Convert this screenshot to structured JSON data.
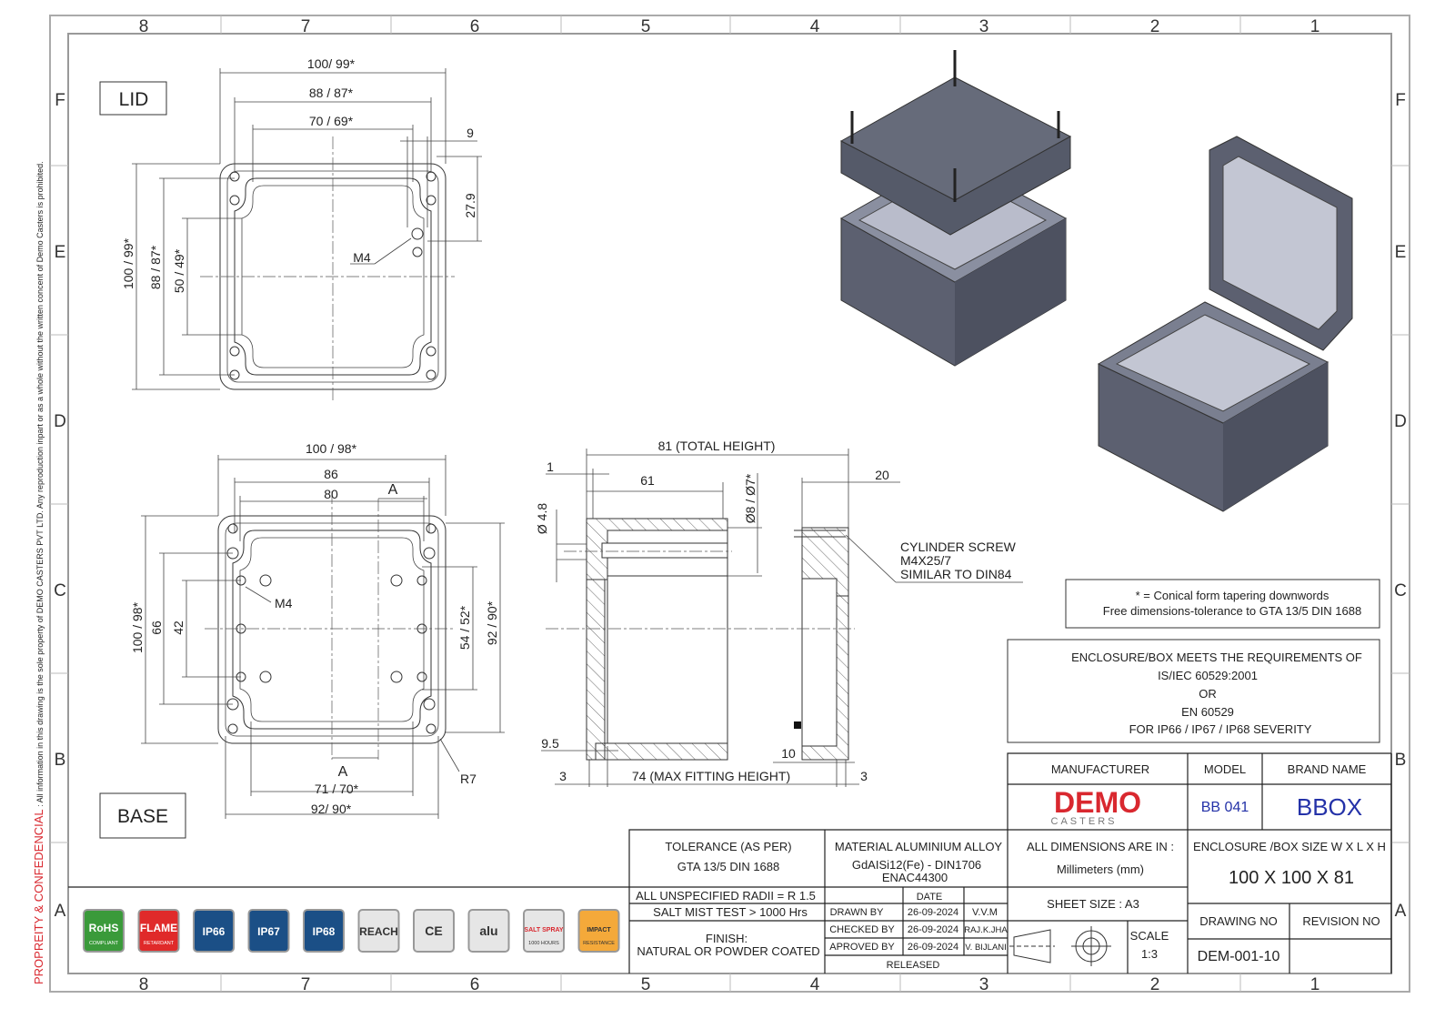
{
  "zones": {
    "columns": [
      "8",
      "7",
      "6",
      "5",
      "4",
      "3",
      "2",
      "1"
    ],
    "rows": [
      "F",
      "E",
      "D",
      "C",
      "B",
      "A"
    ]
  },
  "side_notice": {
    "title": "PROPREITY & CONFEDENCIAL",
    "text": " :  All information in this drawing is the sole property of DEMO CASTERS PVT LTD. Any reproduction inpart or as a whole without the written concent of Demo Casters is prohibited."
  },
  "lid_view": {
    "label": "LID",
    "dims": {
      "width_outer": "100/ 99*",
      "width_mid": "88 / 87*",
      "width_inner": "70 / 69*",
      "offset": "9",
      "height_offset": "27.9",
      "thread": "M4",
      "height_outer": "100 / 99*",
      "height_mid": "88 / 87*",
      "height_inner": "50 / 49*"
    }
  },
  "base_view": {
    "label": "BASE",
    "dims": {
      "width_outer": "100 / 98*",
      "width_86": "86",
      "width_80": "80",
      "section_a_top": "A",
      "section_a_bottom": "A",
      "thread": "M4",
      "height_outer": "100 / 98*",
      "height_66": "66",
      "height_42": "42",
      "height_inner": "54 / 52*",
      "height_right": "92 / 90*",
      "width_inner": "71 / 70*",
      "width_bottom": "92/ 90*",
      "radius": "R7"
    }
  },
  "section_view": {
    "total_height": "81 (TOTAL HEIGHT)",
    "dim_1": "1",
    "dim_61": "61",
    "dim_dia48": "Ø 4.8",
    "dim_dia8": "Ø8 / Ø7*",
    "dim_20": "20",
    "screw_callout": [
      "CYLINDER SCREW",
      "M4X25/7",
      "SIMILAR TO DIN84"
    ],
    "dim_9_5": "9.5",
    "dim_10": "10",
    "dim_3_left": "3",
    "max_fitting": "74 (MAX FITTING HEIGHT)",
    "dim_3_right": "3"
  },
  "notes": {
    "line1": "* = Conical form tapering downwords",
    "line2": "Free dimensions-tolerance to GTA 13/5 DIN 1688"
  },
  "compliance": {
    "lines": [
      "ENCLOSURE/BOX MEETS THE REQUIREMENTS OF",
      "IS/IEC 60529:2001",
      "OR",
      "EN 60529",
      "FOR IP66 / IP67 / IP68 SEVERITY"
    ]
  },
  "certifications": [
    {
      "name": "rohs",
      "label": "RoHS",
      "sub": "COMPLIANT",
      "color": "#3a9a3a"
    },
    {
      "name": "flame-retardant",
      "label": "FLAME",
      "sub": "RETARDANT",
      "color": "#e02a2a"
    },
    {
      "name": "ip66",
      "label": "IP66",
      "color": "#1b4f86"
    },
    {
      "name": "ip67",
      "label": "IP67",
      "color": "#1b4f86"
    },
    {
      "name": "ip68",
      "label": "IP68",
      "color": "#1b4f86"
    },
    {
      "name": "reach",
      "label": "REACH",
      "color": "#e6e6e6"
    },
    {
      "name": "ce",
      "label": "CE",
      "color": "#e6e6e6"
    },
    {
      "name": "alu",
      "label": "alu",
      "color": "#e6e6e6"
    },
    {
      "name": "salt-spray",
      "label": "SALT SPRAY",
      "sub": "1000 HOURS",
      "color": "#e6e6e6"
    },
    {
      "name": "impact-resistance",
      "label": "IMPACT",
      "sub": "RESISTANCE",
      "color": "#f4a93a"
    }
  ],
  "title_block": {
    "manufacturer_header": "MANUFACTURER",
    "model_header": "MODEL",
    "brand_header": "BRAND NAME",
    "manufacturer_logo": "DEMO",
    "manufacturer_logo_sub": "CASTERS",
    "model": "BB 041",
    "brand": "BBOX",
    "tolerance_label": "TOLERANCE (AS PER)",
    "tolerance_value": "GTA 13/5 DIN 1688",
    "material_label": "MATERIAL ALUMINIUM ALLOY",
    "material_value": "GdAISi12(Fe) - DIN1706",
    "material_value2": "ENAC44300",
    "units_label": "ALL DIMENSIONS ARE IN :",
    "units_value": "Millimeters (mm)",
    "size_label": "ENCLOSURE /BOX SIZE W X L X H",
    "size_value": "100 X 100 X 81",
    "radii": "ALL UNSPECIFIED RADII = R 1.5",
    "salt_mist": "SALT MIST TEST > 1000 Hrs",
    "finish_label": "FINISH:",
    "finish_value": "NATURAL OR POWDER COATED",
    "date_header": "DATE",
    "drawn_by": {
      "label": "DRAWN BY",
      "date": "26-09-2024",
      "name": "V.V.M"
    },
    "checked_by": {
      "label": "CHECKED BY",
      "date": "26-09-2024",
      "name": "RAJ.K.JHA"
    },
    "approved_by": {
      "label": "APROVED BY",
      "date": "26-09-2024",
      "name": "V. BIJLANI"
    },
    "released": "RELEASED",
    "sheet_size": "SHEET SIZE : A3",
    "scale_label": "SCALE",
    "scale_value": "1:3",
    "drawing_no_label": "DRAWING NO",
    "revision_no_label": "REVISION NO",
    "drawing_no": "DEM-001-10",
    "revision_no": ""
  },
  "colors": {
    "brand_red": "#d9282f",
    "model_blue": "#2432a8",
    "body_grey": "#5c6070"
  }
}
